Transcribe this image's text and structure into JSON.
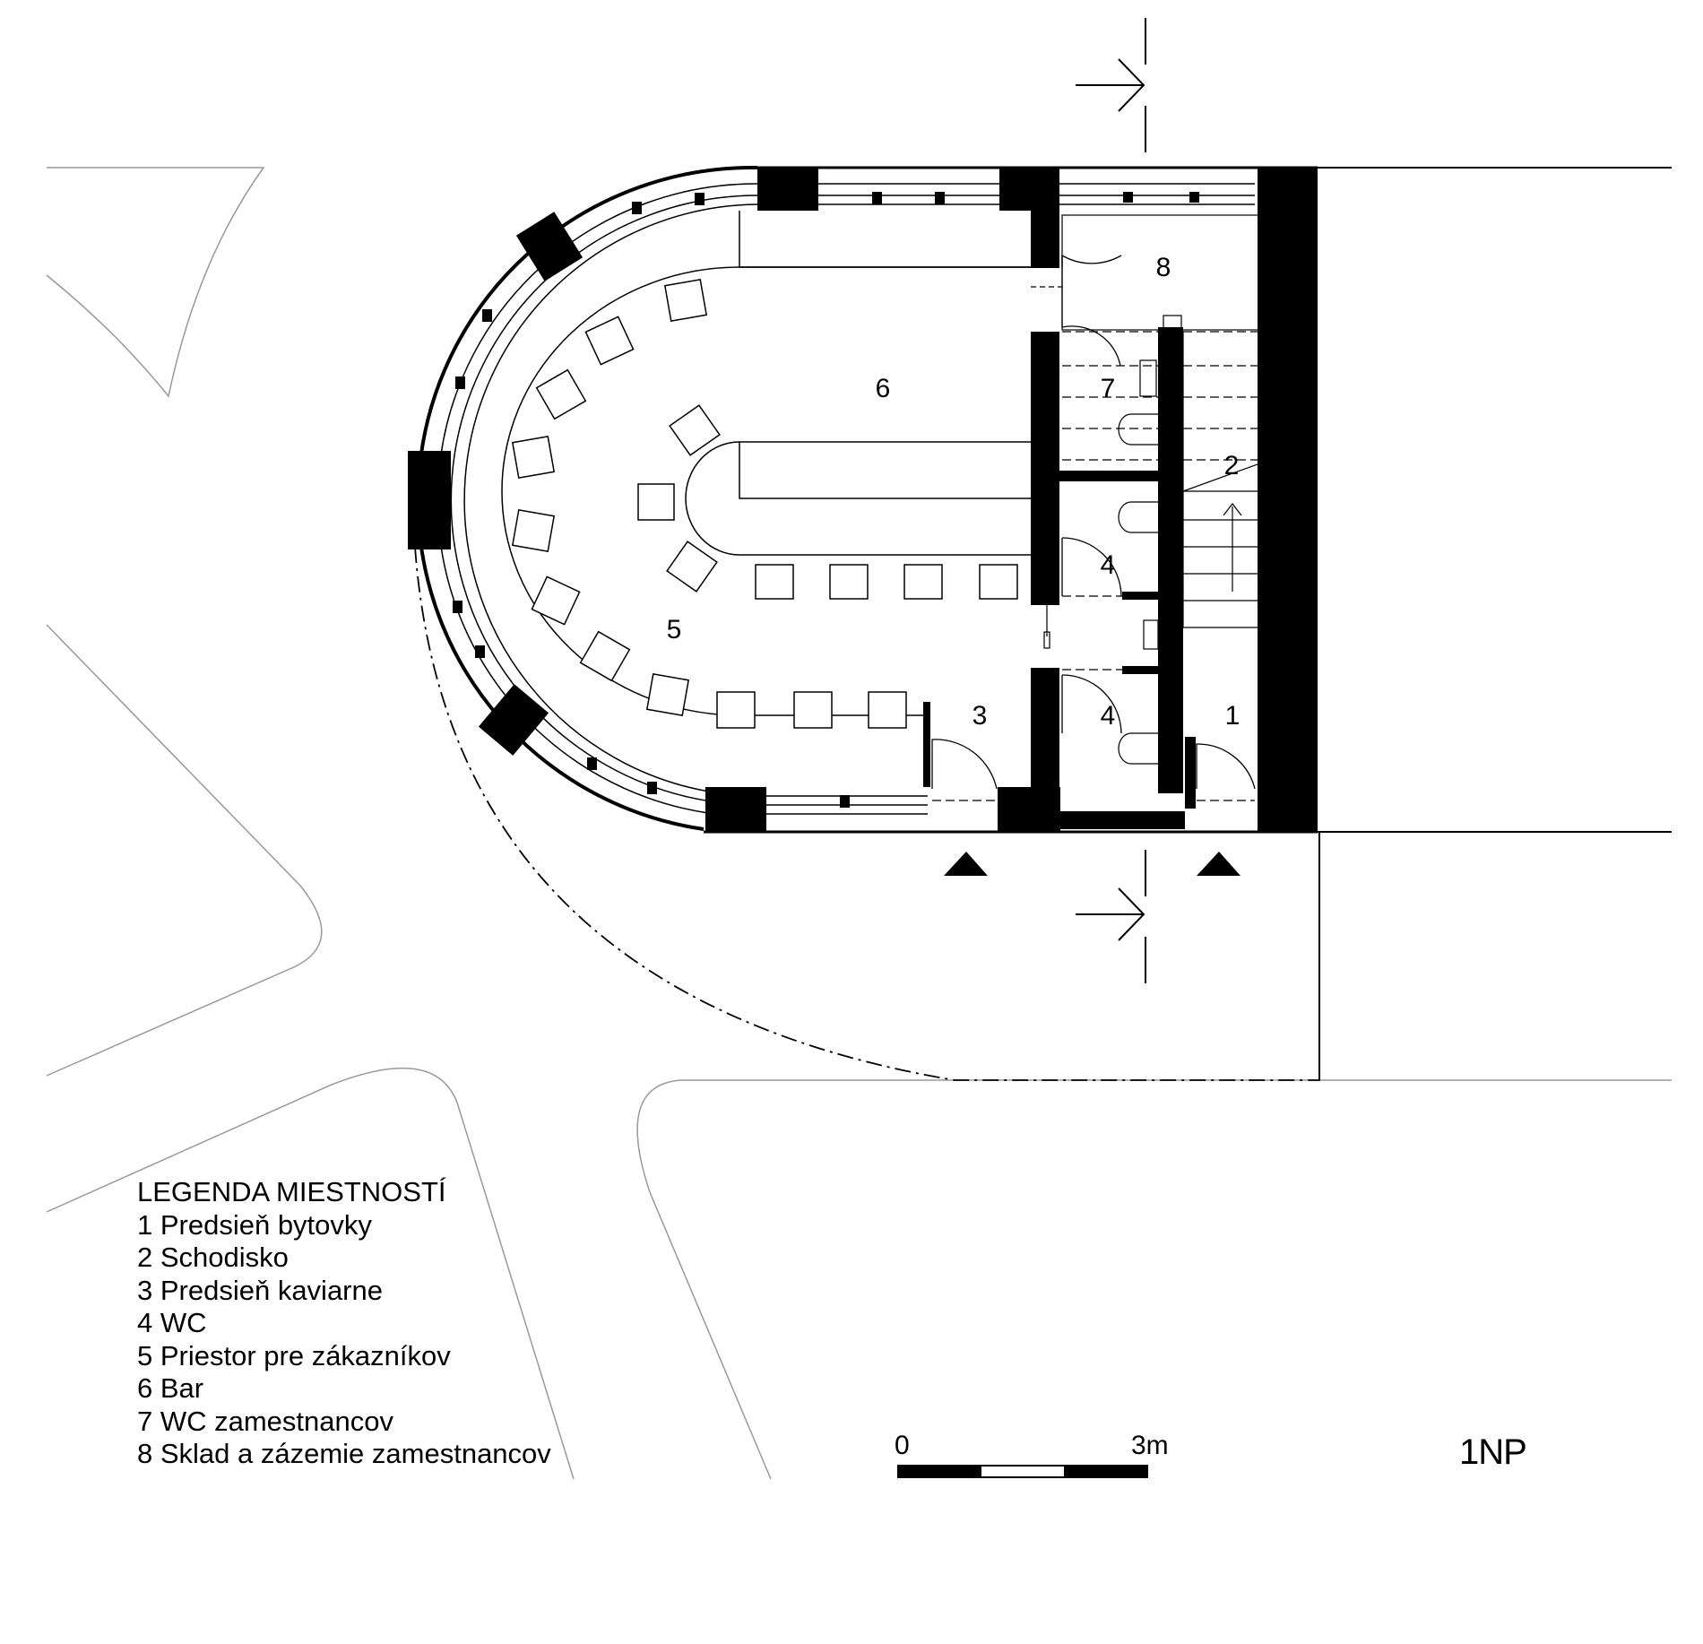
{
  "rooms": {
    "r1": "1",
    "r2": "2",
    "r3": "3",
    "r4a": "4",
    "r4b": "4",
    "r5": "5",
    "r6": "6",
    "r7": "7",
    "r8": "8"
  },
  "legend": {
    "title": "LEGENDA MIESTNOSTÍ",
    "items": [
      "1 Predsieň bytovky",
      "2 Schodisko",
      "3 Predsieň kaviarne",
      "4 WC",
      "5 Priestor pre zákazníkov",
      "6 Bar",
      "7 WC zamestnancov",
      "8 Sklad a zázemie zamestnancov"
    ]
  },
  "scale": {
    "start": "0",
    "end": "3m"
  },
  "sheet": "1NP"
}
